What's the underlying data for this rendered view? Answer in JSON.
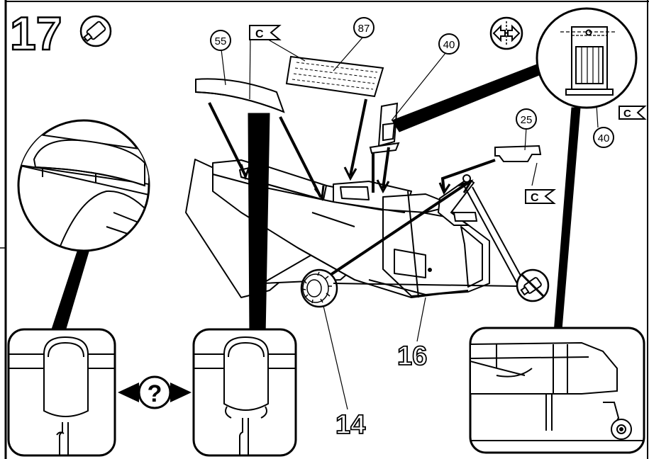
{
  "step": {
    "number": "17"
  },
  "callouts": {
    "c55": "55",
    "c87": "87",
    "c40a": "40",
    "c40b": "40",
    "c25": "25"
  },
  "labels": {
    "assembly": "16",
    "wheel": "14",
    "question": "?"
  },
  "cement_marks": {
    "mark1": "C",
    "mark2": "C",
    "mark3": "C"
  },
  "icons": [
    "glue-tube-icon",
    "symmetry-arrows-icon",
    "no-glue-icon",
    "question-icon",
    "cement-flag-icon"
  ]
}
